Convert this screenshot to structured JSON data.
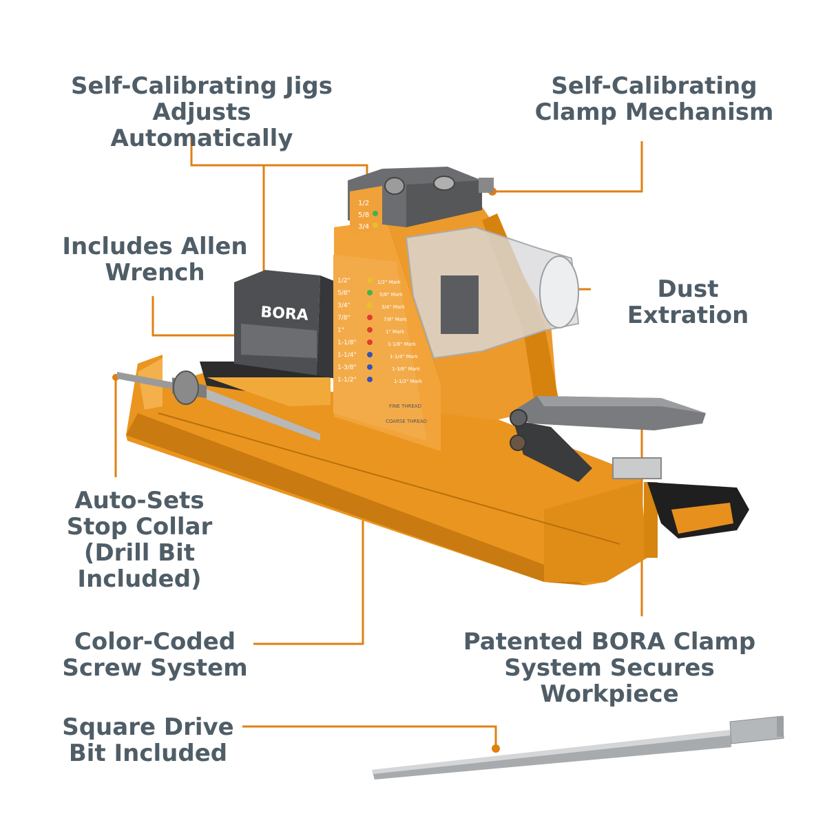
{
  "colors": {
    "callout_line": "#e07f12",
    "label_text": "#4f5d67",
    "jig_orange": "#f0a336",
    "jig_gray": "#6c6e70",
    "background": "#ffffff"
  },
  "callouts": {
    "self_calibrating_jigs": "Self-Calibrating Jigs\nAdjusts Automatically",
    "clamp_mechanism": "Self-Calibrating\nClamp Mechanism",
    "allen_wrench": "Includes Allen\nWrench",
    "dust_extraction": "Dust Extration",
    "stop_collar": "Auto-Sets\nStop Collar\n(Drill Bit\nIncluded)",
    "color_coded": "Color-Coded\nScrew System",
    "bora_clamp": "Patented BORA Clamp\nSystem Secures Workpiece",
    "square_drive": "Square Drive\nBit Included"
  },
  "product": {
    "brand_mark": "BORA",
    "chart_rows": [
      "1/2\"",
      "5/8\"",
      "3/4\"",
      "7/8\"",
      "1\"",
      "1-1/8\"",
      "1-1/4\"",
      "1-3/8\"",
      "1-1/2\""
    ],
    "marks": [
      "1/2\" Mark",
      "5/8\" Mark",
      "3/4\" Mark",
      "7/8\" Mark",
      "1\" Mark",
      "1-1/8\" Mark",
      "1-1/4\" Mark",
      "1-3/8\" Mark",
      "1-1/2\" Mark"
    ],
    "fine_thread": "FINE THREAD",
    "coarse_thread": "COARSE THREAD",
    "thickness_values": [
      "1/2",
      "5/8",
      "3/4"
    ]
  }
}
